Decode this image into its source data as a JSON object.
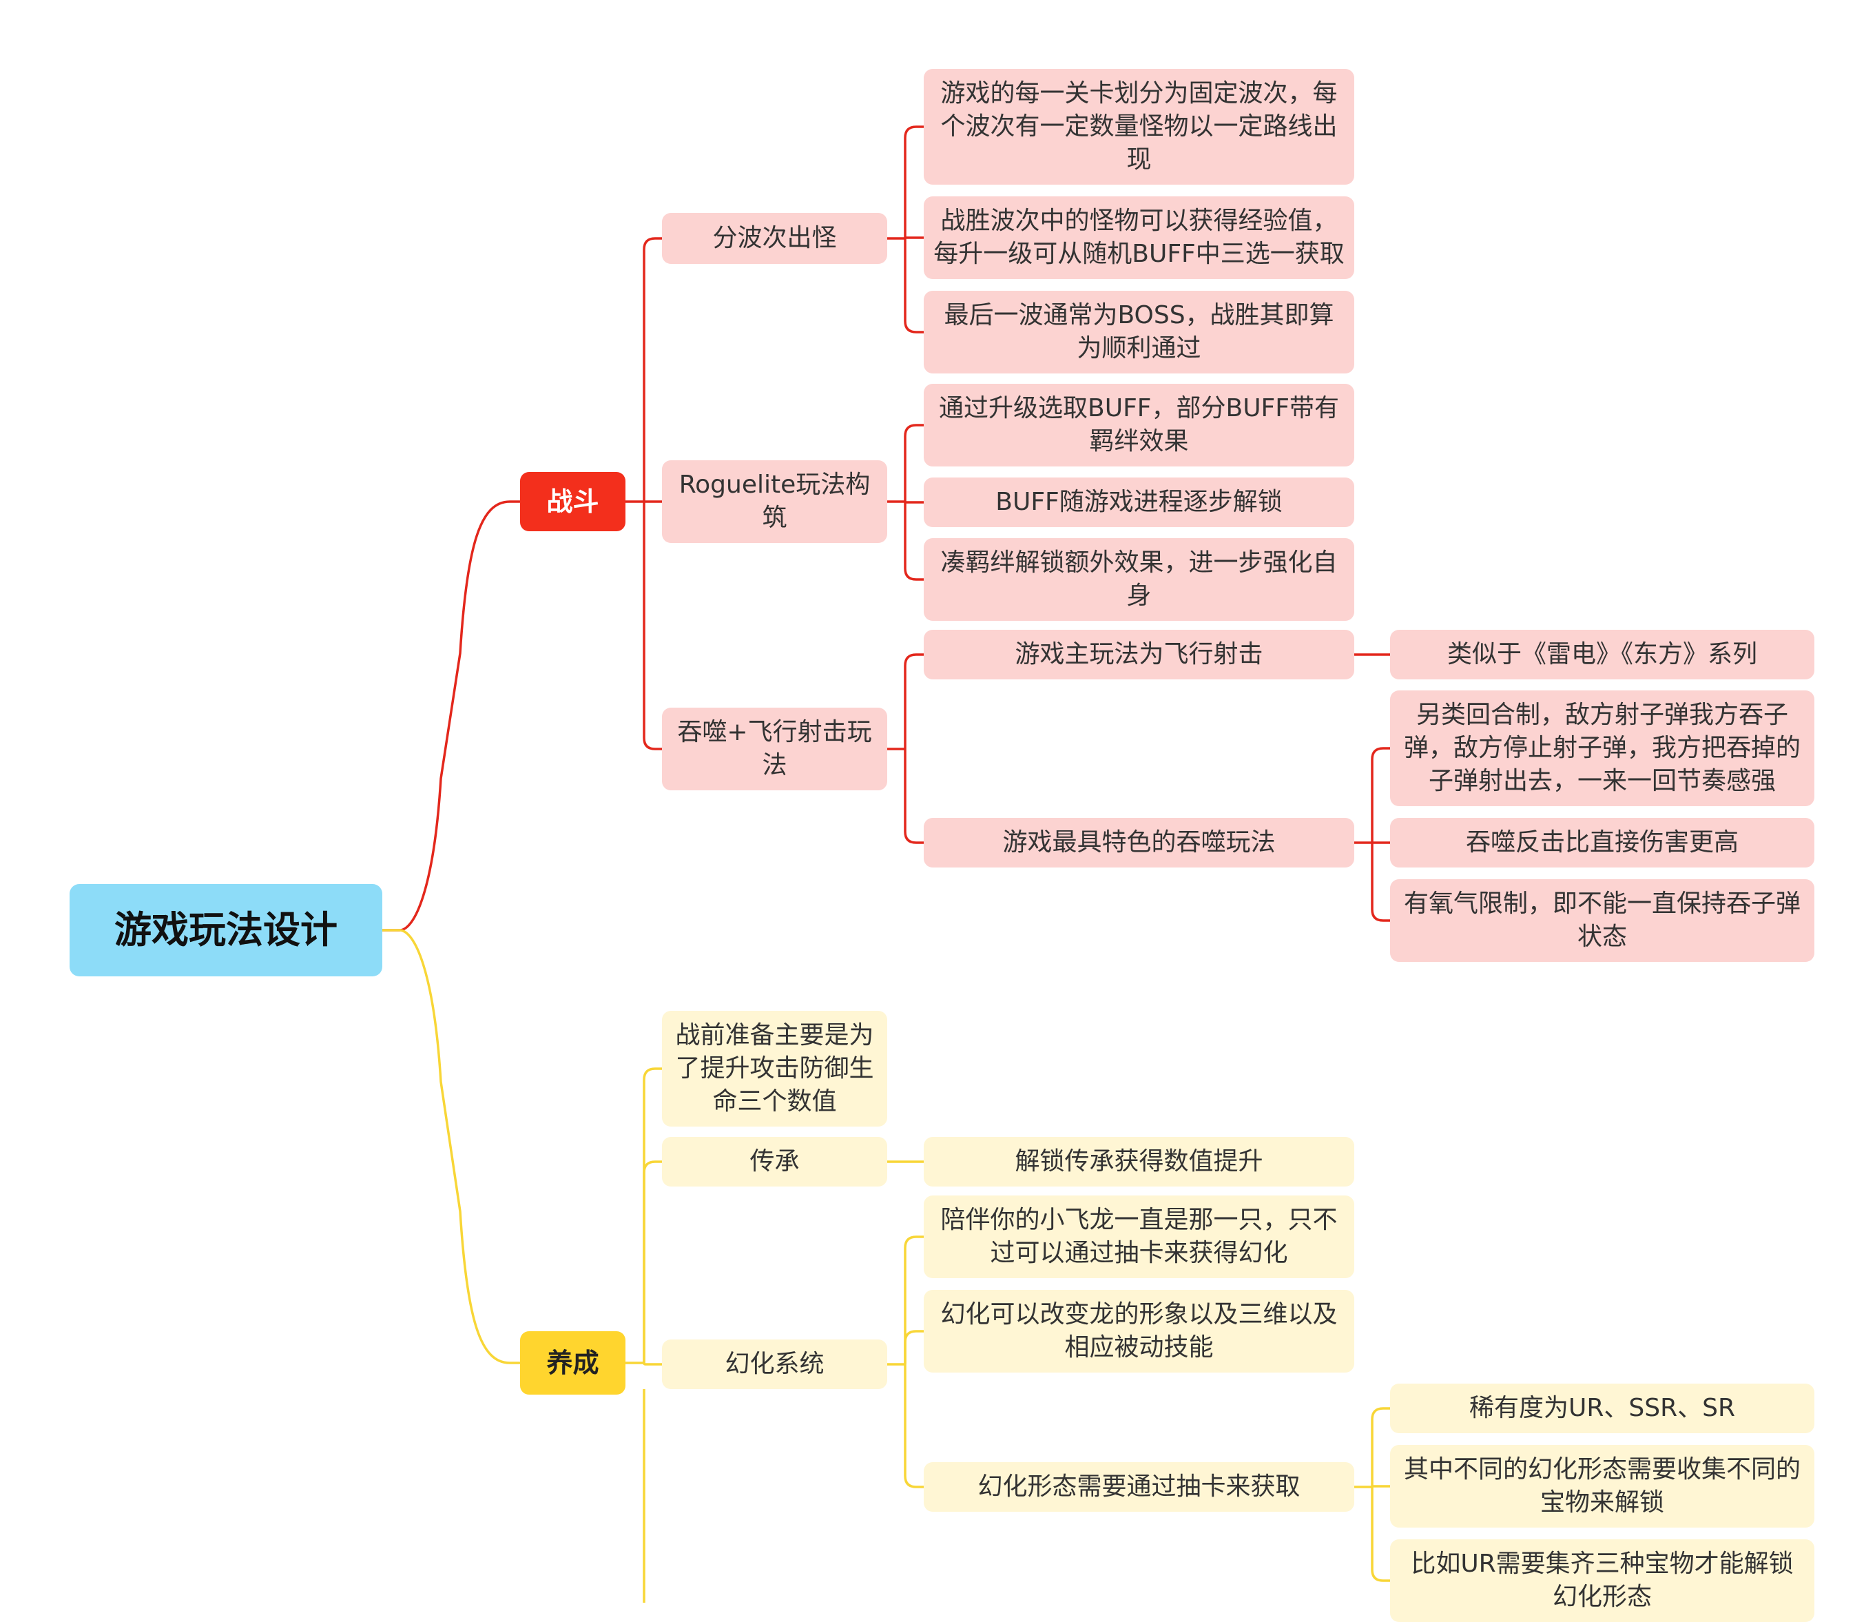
{
  "colors": {
    "red_line": "#e3271c",
    "yellow_line": "#f8d637"
  },
  "root": {
    "label": "游戏玩法设计"
  },
  "branches": {
    "battle": {
      "label": "战斗",
      "waves": {
        "label": "分波次出怪",
        "items": [
          "游戏的每一关卡划分为固定波次，每个波次有一定数量怪物以一定路线出现",
          "战胜波次中的怪物可以获得经验值，每升一级可从随机BUFF中三选一获取",
          "最后一波通常为BOSS，战胜其即算为顺利通过"
        ]
      },
      "roguelite": {
        "label": "Roguelite玩法构筑",
        "items": [
          "通过升级选取BUFF，部分BUFF带有羁绊效果",
          "BUFF随游戏进程逐步解锁",
          "凑羁绊解锁额外效果，进一步强化自身"
        ]
      },
      "devour": {
        "label": "吞噬+飞行射击玩法",
        "shooting": {
          "label": "游戏主玩法为飞行射击",
          "detail": "类似于《雷电》《东方》系列"
        },
        "feature": {
          "label": "游戏最具特色的吞噬玩法",
          "items": [
            "另类回合制，敌方射子弹我方吞子弹，敌方停止射子弹，我方把吞掉的子弹射出去，一来一回节奏感强",
            "吞噬反击比直接伤害更高",
            "有氧气限制，即不能一直保持吞子弹状态"
          ]
        }
      }
    },
    "growth": {
      "label": "养成",
      "prep": {
        "label": "战前准备主要是为了提升攻击防御生命三个数值"
      },
      "inherit": {
        "label": "传承",
        "detail": "解锁传承获得数值提升"
      },
      "phantom": {
        "label": "幻化系统",
        "items": [
          "陪伴你的小飞龙一直是那一只，只不过可以通过抽卡来获得幻化",
          "幻化可以改变龙的形象以及三维以及相应被动技能"
        ],
        "gacha": {
          "label": "幻化形态需要通过抽卡来获取",
          "items": [
            "稀有度为UR、SSR、SR",
            "其中不同的幻化形态需要收集不同的宝物来解锁",
            "比如UR需要集齐三种宝物才能解锁幻化形态"
          ]
        }
      }
    }
  }
}
